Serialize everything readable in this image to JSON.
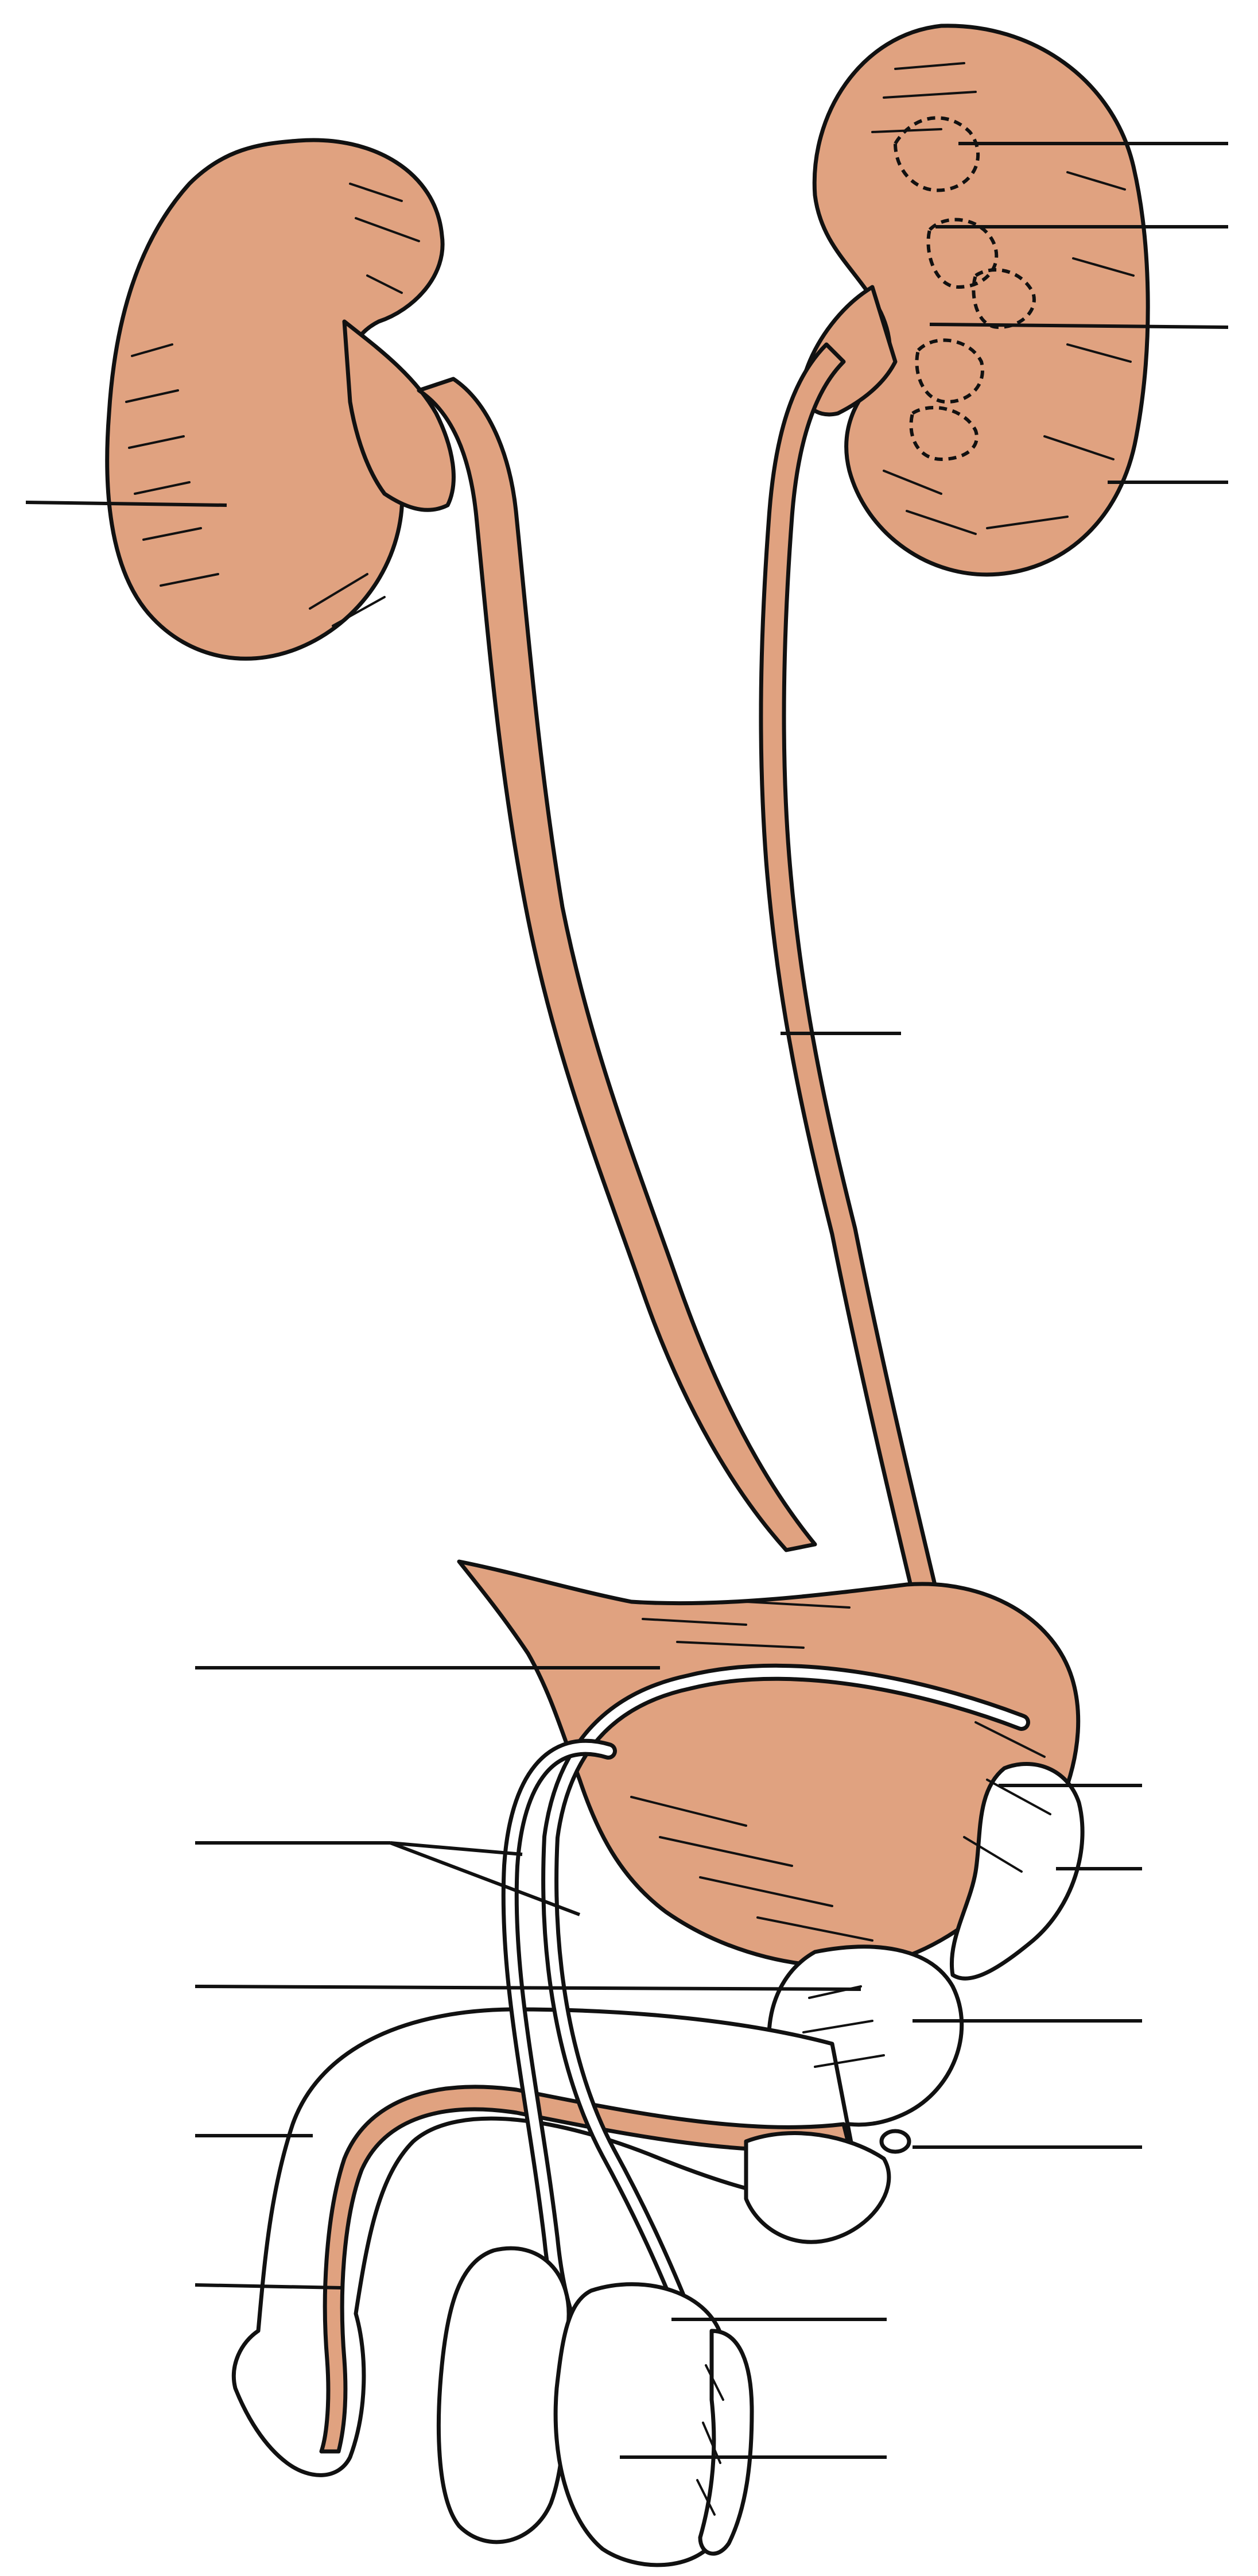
{
  "diagram": {
    "kind": "unlabeled anatomical line drawing",
    "colors": {
      "organ_fill": "#E0A280",
      "outline": "#111111",
      "background": "#FFFFFF",
      "unshaded_fill": "#FFFFFF"
    },
    "label_lines": {
      "left": [
        "kidney-left-leader",
        "bladder-leader",
        "vas-deferens-leader",
        "prostate-leader",
        "penis-leader",
        "urethra-leader"
      ],
      "right": [
        "kidney-right-leader-1",
        "kidney-right-leader-2",
        "kidney-right-leader-3",
        "kidney-right-leader-4",
        "ureter-leader",
        "seminal-vesicle-leader",
        "ampulla-leader",
        "ejaculatory-duct-leader",
        "bulbourethral-leader",
        "epididymis-leader",
        "testis-leader"
      ]
    }
  }
}
